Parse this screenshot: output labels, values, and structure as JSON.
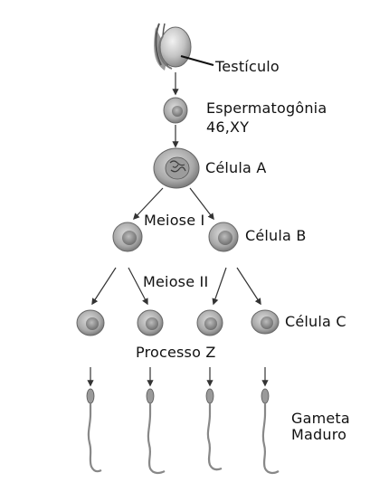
{
  "labels": {
    "testicle": "Testículo",
    "spermatogonia": "Espermatogônia",
    "karyotype": "46,XY",
    "cell_a": "Célula A",
    "meiosis_1": "Meiose I",
    "cell_b": "Célula B",
    "meiosis_2": "Meiose II",
    "cell_c": "Célula C",
    "process_z": "Processo Z",
    "gamete_line1": "Gameta",
    "gamete_line2": "Maduro"
  },
  "colors": {
    "cell_fill": "#b9b9b9",
    "cell_edge": "#6e6e6e",
    "nucleus": "#8a8a8a",
    "arrow": "#333333",
    "text": "#111111"
  }
}
